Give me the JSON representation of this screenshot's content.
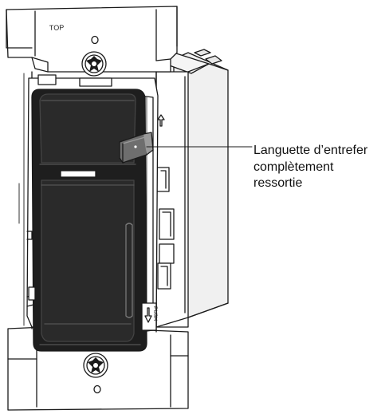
{
  "device": {
    "top_marking": "TOP",
    "push_marking": "PUSH"
  },
  "callout": {
    "lines": [
      "Languette d’entrefer",
      "complètement",
      "ressortie"
    ]
  }
}
